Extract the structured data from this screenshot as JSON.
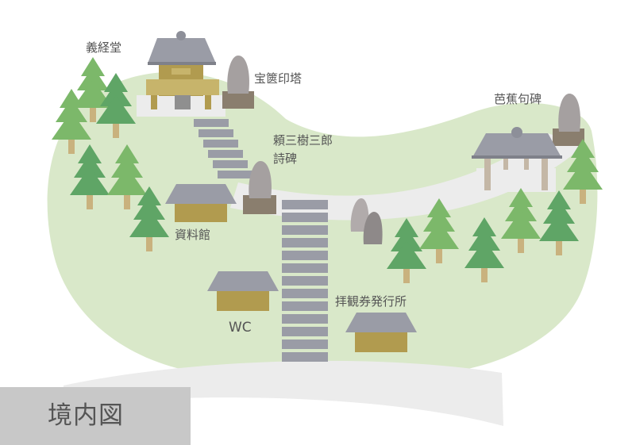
{
  "map": {
    "title": "境内図",
    "labels": {
      "yoshitsune_do": "義経堂",
      "hokyoin_to": "宝篋印塔",
      "basho_kuhi": "芭蕉句碑",
      "rai_sanjuro_line1": "頼三樹三郎",
      "rai_sanjuro_line2": "詩碑",
      "shiryokan": "資料館",
      "wc": "WC",
      "ticket_office": "拝観券発行所"
    },
    "colors": {
      "ground": "#d9e8c9",
      "path": "#ececec",
      "roof": "#9a9ca6",
      "building_wall": "#b19b4f",
      "tree_dark": "#5fa566",
      "tree_light": "#7cb86a",
      "stone": "#a5a0a0",
      "stairs": "#9a9ca6",
      "legend_bg": "#c8c8c8"
    }
  }
}
